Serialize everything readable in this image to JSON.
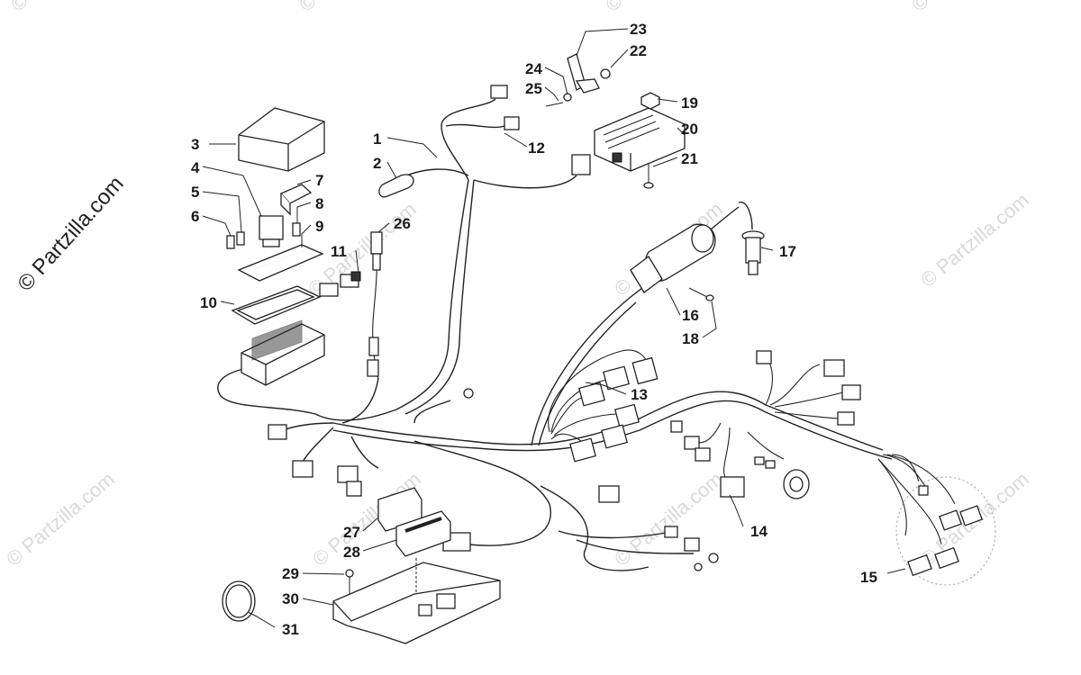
{
  "watermarks": {
    "side_text": "© Partzilla.com",
    "small_text": "© Partzilla.com"
  },
  "callouts": [
    {
      "id": "c1",
      "label": "1"
    },
    {
      "id": "c2",
      "label": "2"
    },
    {
      "id": "c3",
      "label": "3"
    },
    {
      "id": "c4",
      "label": "4"
    },
    {
      "id": "c5",
      "label": "5"
    },
    {
      "id": "c6",
      "label": "6"
    },
    {
      "id": "c7",
      "label": "7"
    },
    {
      "id": "c8",
      "label": "8"
    },
    {
      "id": "c9",
      "label": "9"
    },
    {
      "id": "c10",
      "label": "10"
    },
    {
      "id": "c11",
      "label": "11"
    },
    {
      "id": "c12",
      "label": "12"
    },
    {
      "id": "c13",
      "label": "13"
    },
    {
      "id": "c14",
      "label": "14"
    },
    {
      "id": "c15",
      "label": "15"
    },
    {
      "id": "c16",
      "label": "16"
    },
    {
      "id": "c17",
      "label": "17"
    },
    {
      "id": "c18",
      "label": "18"
    },
    {
      "id": "c19",
      "label": "19"
    },
    {
      "id": "c20",
      "label": "20"
    },
    {
      "id": "c21",
      "label": "21"
    },
    {
      "id": "c22",
      "label": "22"
    },
    {
      "id": "c23",
      "label": "23"
    },
    {
      "id": "c24",
      "label": "24"
    },
    {
      "id": "c25",
      "label": "25"
    },
    {
      "id": "c26",
      "label": "26"
    },
    {
      "id": "c27",
      "label": "27"
    },
    {
      "id": "c28",
      "label": "28"
    },
    {
      "id": "c29",
      "label": "29"
    },
    {
      "id": "c30",
      "label": "30"
    },
    {
      "id": "c31",
      "label": "31"
    }
  ],
  "colors": {
    "ink": "#222222",
    "watermark": "#d9d9d9",
    "background": "#ffffff"
  }
}
